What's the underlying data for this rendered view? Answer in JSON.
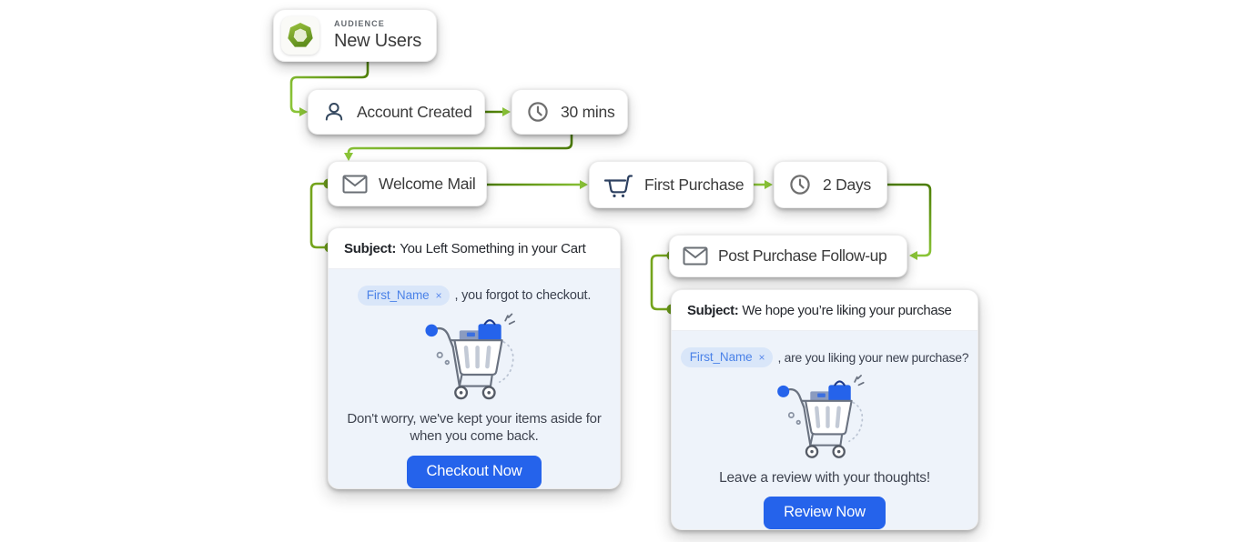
{
  "colors": {
    "connector_green_dark": "#4C7D05",
    "connector_green_light": "#8AC437",
    "connector_dot_green": "#6B9A1B",
    "button_blue": "#2563EB",
    "pill_bg": "#D9E6F9",
    "pill_text": "#4B82E8",
    "icon_navy": "#33475E",
    "icon_gray": "#6E6E6E",
    "audience_green": "#76A82C",
    "card_body_bg": "#EEF3FA"
  },
  "flow": {
    "audience": {
      "kicker": "AUDIENCE",
      "title": "New Users",
      "icon": "audience-badge-icon"
    },
    "nodes": [
      {
        "id": "account-created",
        "label": "Account Created",
        "icon": "user-icon"
      },
      {
        "id": "wait-30-mins",
        "label": "30 mins",
        "icon": "clock-icon"
      },
      {
        "id": "welcome-mail",
        "label": "Welcome Mail",
        "icon": "mail-icon"
      },
      {
        "id": "first-purchase",
        "label": "First Purchase",
        "icon": "cart-icon"
      },
      {
        "id": "wait-2-days",
        "label": "2 Days",
        "icon": "clock-icon"
      },
      {
        "id": "post-purchase-followup",
        "label": "Post Purchase Follow-up",
        "icon": "mail-icon"
      }
    ]
  },
  "emails": {
    "cart_abandon": {
      "subject_label": "Subject:",
      "subject": "You Left Something in your Cart",
      "merge_tag": "First_Name",
      "merge_tag_remove": "×",
      "greeting_rest": ", you forgot to checkout.",
      "body_line1": "Don't worry, we've kept your items aside for",
      "body_line2": "when you come back.",
      "cta": "Checkout Now"
    },
    "post_purchase": {
      "subject_label": "Subject:",
      "subject": "We hope you’re liking your purchase",
      "merge_tag": "First_Name",
      "merge_tag_remove": "×",
      "greeting_rest": ", are you liking your new purchase?",
      "body_line1": "Leave a review with your thoughts!",
      "cta": "Review Now"
    }
  }
}
